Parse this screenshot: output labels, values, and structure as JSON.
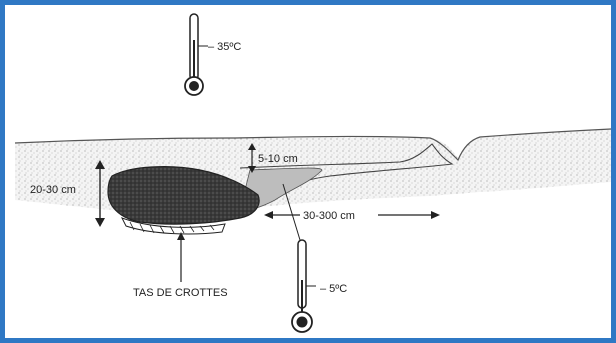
{
  "labels": {
    "temp_surface": "– 35ºC",
    "temp_burrow": "– 5ºC",
    "snow_depth": "5-10 cm",
    "burrow_height": "20-30 cm",
    "tunnel_length": "30-300 cm",
    "dropping_pile": "TAS DE CROTTES"
  },
  "colors": {
    "frame_border": "#2f78c4",
    "ink": "#222222",
    "snow_stipple": "#b9b9b9",
    "chamber_fill": "#2e2e2e"
  }
}
